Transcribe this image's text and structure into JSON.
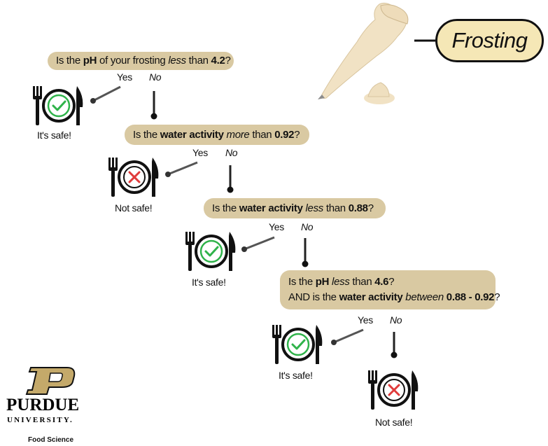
{
  "title": "Frosting",
  "questions": [
    {
      "id": "q1",
      "line1": [
        {
          "t": "Is the "
        },
        {
          "t": "pH",
          "b": true
        },
        {
          "t": " of your frosting "
        },
        {
          "t": "less",
          "i": true
        },
        {
          "t": " than "
        },
        {
          "t": "4.2",
          "b": true
        },
        {
          "t": "?"
        }
      ]
    },
    {
      "id": "q2",
      "line1": [
        {
          "t": "Is the "
        },
        {
          "t": "water activity",
          "b": true
        },
        {
          "t": " "
        },
        {
          "t": "more",
          "i": true
        },
        {
          "t": " than "
        },
        {
          "t": "0.92",
          "b": true
        },
        {
          "t": "?"
        }
      ]
    },
    {
      "id": "q3",
      "line1": [
        {
          "t": "Is the "
        },
        {
          "t": "water activity",
          "b": true
        },
        {
          "t": " "
        },
        {
          "t": "less",
          "i": true
        },
        {
          "t": " than "
        },
        {
          "t": "0.88",
          "b": true
        },
        {
          "t": "?"
        }
      ]
    },
    {
      "id": "q4",
      "line1": [
        {
          "t": "Is the "
        },
        {
          "t": "pH",
          "b": true
        },
        {
          "t": " "
        },
        {
          "t": "less",
          "i": true
        },
        {
          "t": " than "
        },
        {
          "t": "4.6",
          "b": true
        },
        {
          "t": "?"
        }
      ],
      "line2": [
        {
          "t": "AND is the "
        },
        {
          "t": "water activity",
          "b": true
        },
        {
          "t": " "
        },
        {
          "t": "between",
          "i": true
        },
        {
          "t": " "
        },
        {
          "t": "0.88 - 0.92",
          "b": true
        },
        {
          "t": "?"
        }
      ]
    }
  ],
  "branch_labels": {
    "yes": "Yes",
    "no": "No"
  },
  "results": {
    "safe": "It's safe!",
    "not_safe": "Not safe!"
  },
  "logo": {
    "name": "PURDUE",
    "sub": "UNIVERSITY.",
    "dept": "Food Science"
  },
  "colors": {
    "question_fill": "#d9c9a2",
    "title_fill": "#f5e7b6",
    "check": "#2fb34a",
    "cross": "#e03a3a",
    "line": "#555555"
  }
}
